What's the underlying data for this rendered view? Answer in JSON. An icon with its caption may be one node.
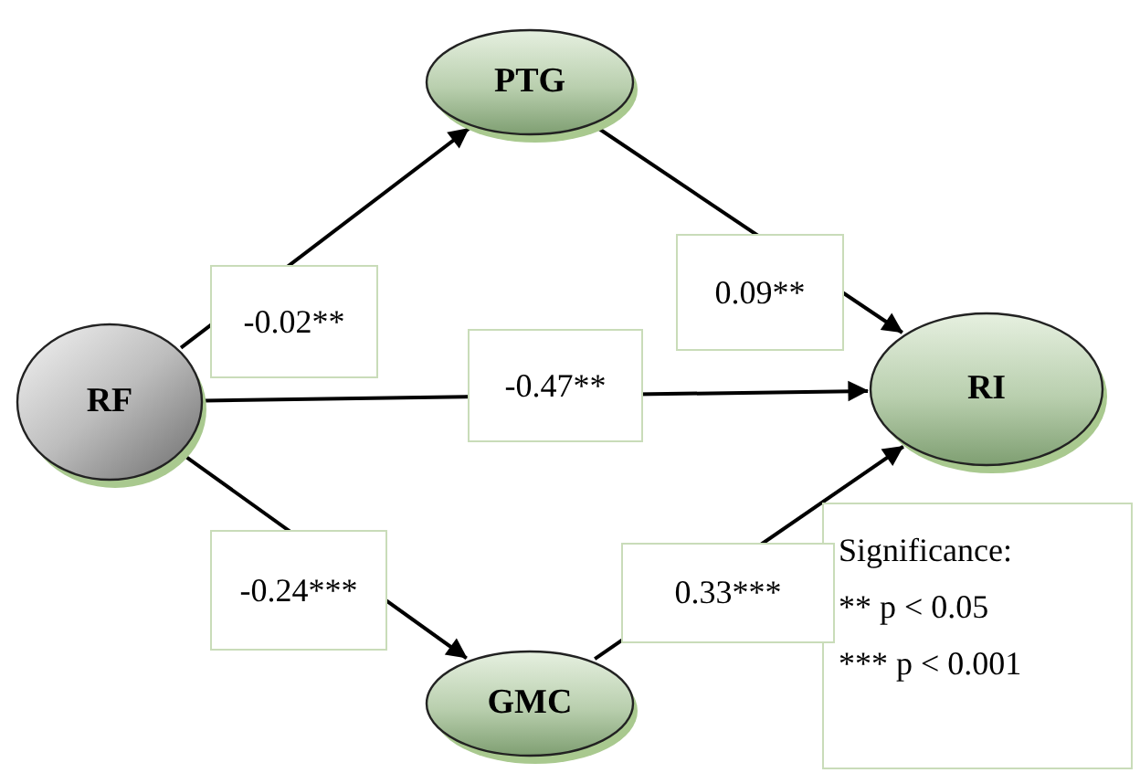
{
  "diagram": {
    "nodes": [
      {
        "text": [
          "RF"
        ]
      },
      {
        "text": [
          "PTG"
        ]
      },
      {
        "text": [
          "RI"
        ]
      },
      {
        "text": [
          "GMC"
        ]
      },
      {
        "text": [
          "Significance:",
          "** p < 0.05",
          "*** p < 0.001"
        ]
      }
    ],
    "edges": [
      {
        "from": 0,
        "to": 1,
        "arrow": "to",
        "label": "-0.02**"
      },
      {
        "from": 1,
        "to": 2,
        "arrow": "to",
        "label": "0.09**"
      },
      {
        "from": 0,
        "to": 2,
        "arrow": "to",
        "label": "-0.47**"
      },
      {
        "from": 0,
        "to": 3,
        "arrow": "to",
        "label": "-0.24***"
      },
      {
        "from": 3,
        "to": 2,
        "arrow": "to",
        "label": "0.33***"
      }
    ]
  }
}
